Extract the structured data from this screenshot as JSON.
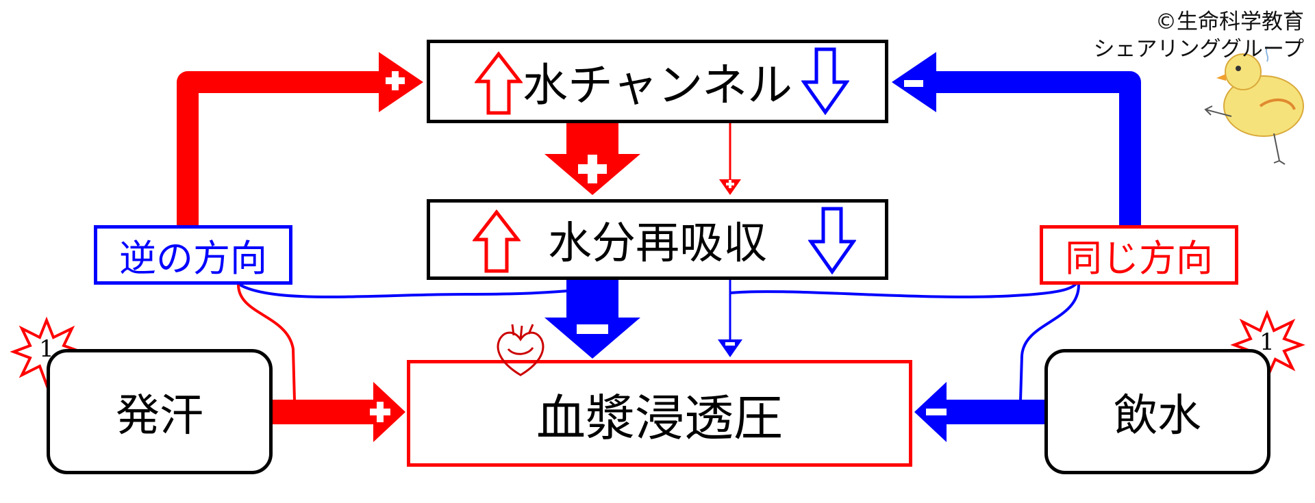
{
  "copyright": {
    "line1": "©生命科学教育",
    "line2": "シェアリンググループ"
  },
  "boxes": {
    "channel": "水チャンネル",
    "reabsorption": "水分再吸収",
    "osmotic": "血漿浸透圧",
    "sweat": "発汗",
    "drink": "飲水",
    "opposite": "逆の方向",
    "same": "同じ方向"
  },
  "badges": {
    "sweat": "1",
    "drink": "1"
  },
  "signs": {
    "plus": "+",
    "minus": "-"
  },
  "colors": {
    "red": "#ff0000",
    "blue": "#0000ff",
    "black": "#000000"
  },
  "icons": [
    "up-arrow-icon",
    "down-arrow-icon",
    "heart-icon",
    "chick-drawing",
    "starburst-icon"
  ]
}
